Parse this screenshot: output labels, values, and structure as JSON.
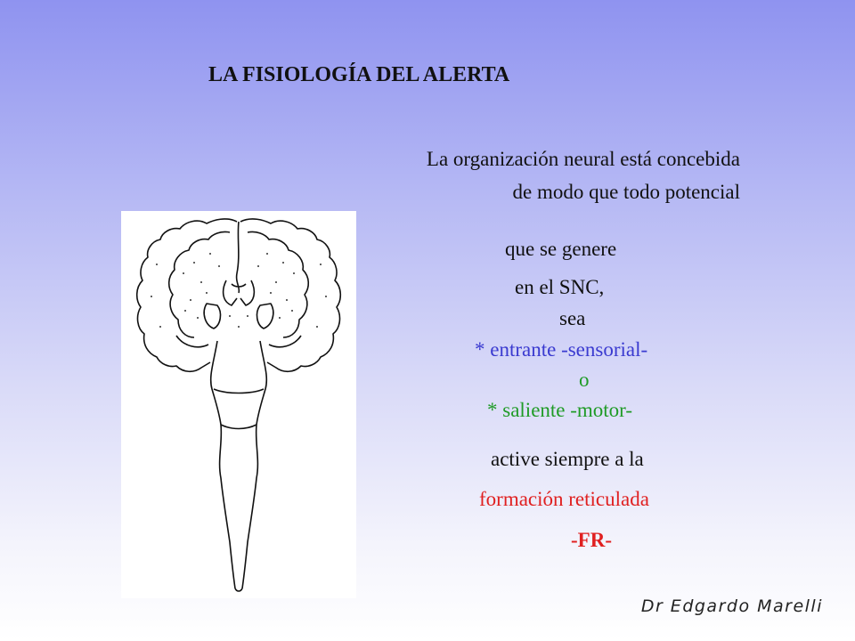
{
  "slide": {
    "title": "LA FISIOLOGÍA DEL ALERTA",
    "lines": {
      "l1": "La organización neural está concebida",
      "l2": "de modo que todo potencial",
      "l3": "que se genere",
      "l4": "en el SNC,",
      "l5": "sea",
      "l6": "* entrante -sensorial-",
      "l7": "o",
      "l8": "* saliente -motor-",
      "l9": "active siempre a la",
      "l10": "formación reticulada",
      "l11": "-FR-"
    },
    "signature": "Dr Edgardo Marelli"
  },
  "colors": {
    "background_top": "#8f93f0",
    "background_bottom": "#ffffff",
    "sensorial": "#3a3ad0",
    "motor": "#1f9b26",
    "reticular": "#e02020"
  },
  "icons": {
    "illustration": "brain-coronal-section-with-brainstem-drawing"
  }
}
